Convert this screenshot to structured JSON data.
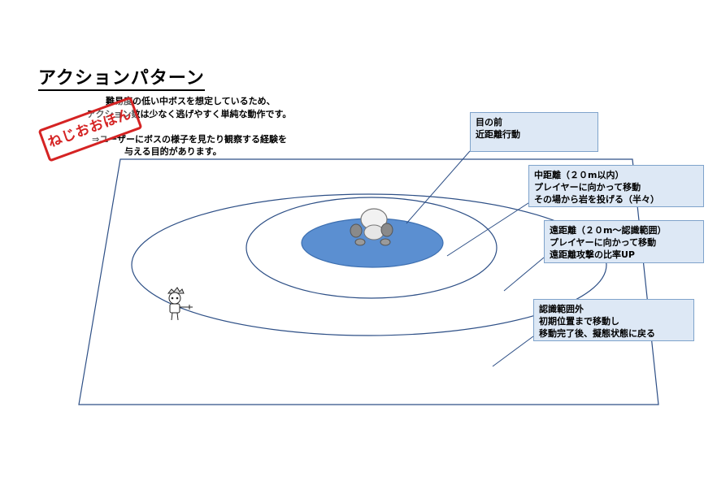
{
  "title": "アクションパターン",
  "description": {
    "line1": "難易度の低い中ボスを想定しているため、",
    "line2": "アクション数は少なく逃げやすく単純な動作です。",
    "line3": "⇒ユーザーにボスの様子を見たり観察する経験を",
    "line4": "与える目的があります。"
  },
  "stamp": "ねじおおほん",
  "callouts": {
    "front": {
      "title": "目の前",
      "line1": "近距離行動"
    },
    "mid": {
      "title": "中距離（２０m以内）",
      "line1": "プレイヤーに向かって移動",
      "line2": "その場から岩を投げる（半々）"
    },
    "far": {
      "title": "遠距離（２０m～認識範囲）",
      "line1": "プレイヤーに向かって移動",
      "line2": "遠距離攻撃の比率UP"
    },
    "outside": {
      "title": "認識範囲外",
      "line1": "初期位置まで移動し",
      "line2": "移動完了後、擬態状態に戻る"
    }
  },
  "colors": {
    "inner_zone": "#5b8fd1",
    "callout_bg": "#dde8f5",
    "stamp": "#d52323"
  },
  "icons": {
    "boss": "boss-robot-icon",
    "player": "player-swordsman-icon"
  }
}
